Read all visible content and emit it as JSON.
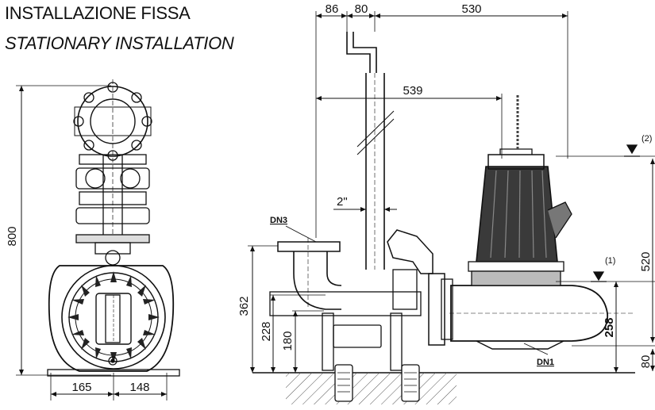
{
  "title": {
    "it": "INSTALLAZIONE FISSA",
    "en": "STATIONARY INSTALLATION"
  },
  "front_view": {
    "height": "800",
    "width_left": "165",
    "width_right": "148"
  },
  "side_view": {
    "top_86": "86",
    "top_80": "80",
    "top_530": "530",
    "width_539": "539",
    "pipe_2in": "2\"",
    "dn3": "DN3",
    "dn1": "DN1",
    "h_362": "362",
    "h_228": "228",
    "h_180": "180",
    "h_258": "258",
    "h_520": "520",
    "h_80": "80",
    "level_1": "(1)",
    "level_2": "(2)"
  }
}
